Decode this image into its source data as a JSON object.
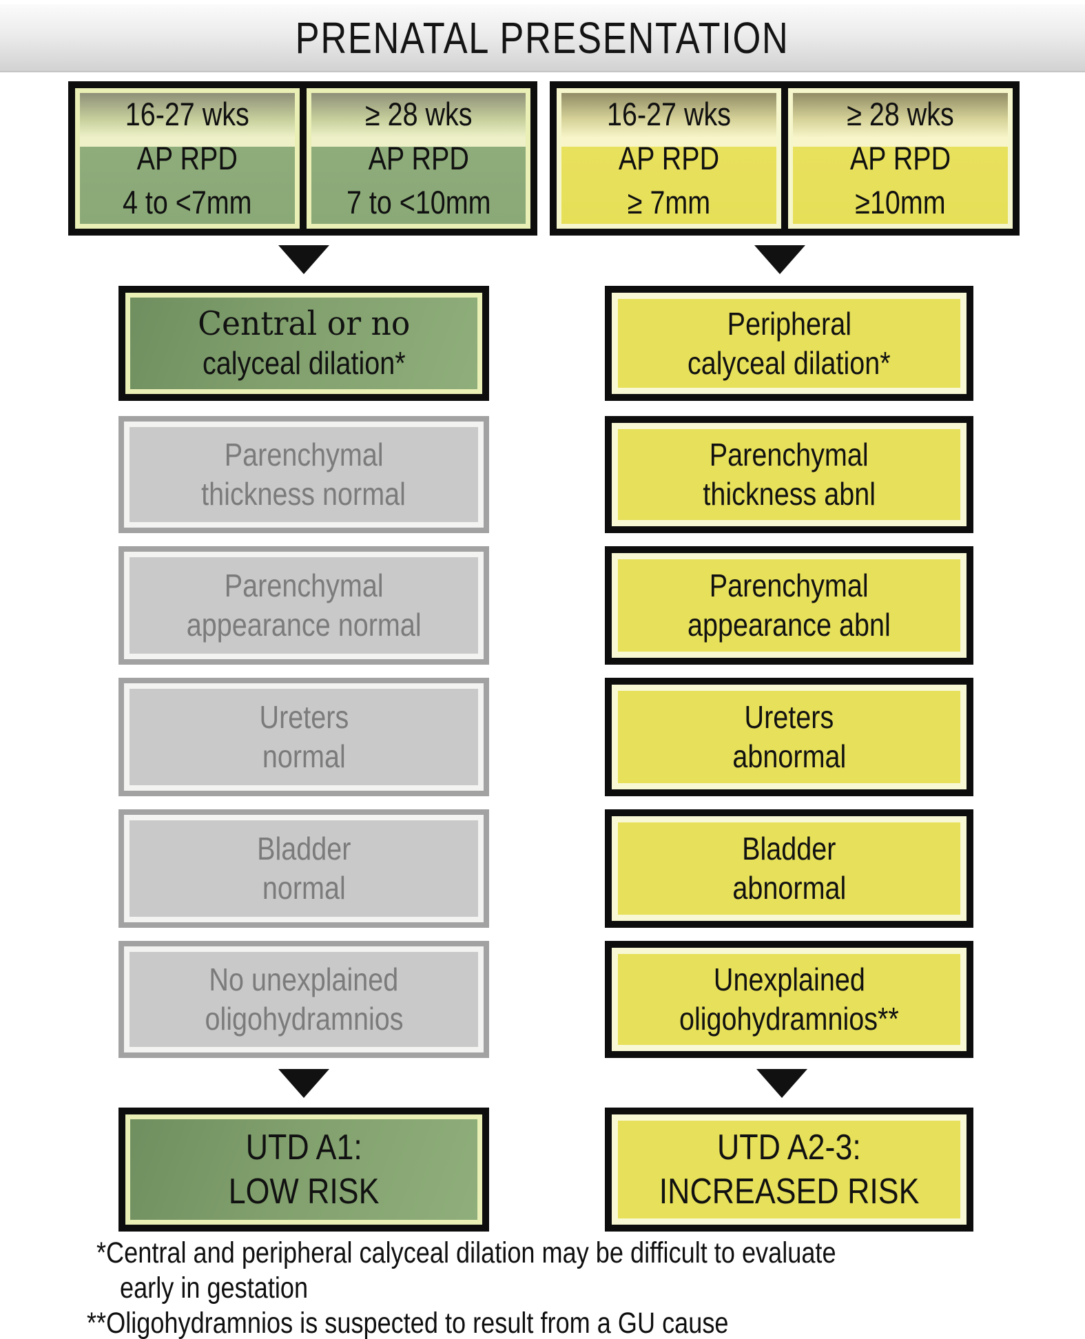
{
  "title": "PRENATAL PRESENTATION",
  "colors": {
    "low_risk_green": "#8cab78",
    "increased_risk_yellow": "#e7e05a",
    "normal_gray": "#c9c9c9",
    "frame_black": "#0d0d0d",
    "pale_green_border": "#e9efb5",
    "pale_yellow_border": "#f8f8d4"
  },
  "left_branch": {
    "headers": [
      {
        "weeks": "16-27 wks",
        "measure": "AP RPD",
        "range": "4 to <7mm"
      },
      {
        "weeks": "≥ 28 wks",
        "measure": "AP RPD",
        "range": "7 to <10mm"
      }
    ],
    "criteria": [
      {
        "line1": "Central or no",
        "line2": "calyceal dilation*"
      },
      {
        "line1": "Parenchymal",
        "line2": "thickness normal"
      },
      {
        "line1": "Parenchymal",
        "line2": "appearance normal"
      },
      {
        "line1": "Ureters",
        "line2": "normal"
      },
      {
        "line1": "Bladder",
        "line2": "normal"
      },
      {
        "line1": "No unexplained",
        "line2": "oligohydramnios"
      }
    ],
    "outcome": {
      "line1": "UTD A1:",
      "line2": "LOW RISK"
    }
  },
  "right_branch": {
    "headers": [
      {
        "weeks": "16-27 wks",
        "measure": "AP RPD",
        "range": "≥ 7mm"
      },
      {
        "weeks": "≥ 28 wks",
        "measure": "AP RPD",
        "range": "≥10mm"
      }
    ],
    "criteria": [
      {
        "line1": "Peripheral",
        "line2": "calyceal dilation*"
      },
      {
        "line1": "Parenchymal",
        "line2": "thickness abnl"
      },
      {
        "line1": "Parenchymal",
        "line2": "appearance abnl"
      },
      {
        "line1": "Ureters",
        "line2": "abnormal"
      },
      {
        "line1": "Bladder",
        "line2": "abnormal"
      },
      {
        "line1": "Unexplained",
        "line2": "oligohydramnios**"
      }
    ],
    "outcome": {
      "line1": "UTD A2-3:",
      "line2": "INCREASED RISK"
    }
  },
  "footnotes": {
    "note1_line1": "*Central and peripheral calyceal dilation may be difficult to evaluate",
    "note1_line2": "early in gestation",
    "note2": "**Oligohydramnios is suspected to result from a GU cause"
  }
}
